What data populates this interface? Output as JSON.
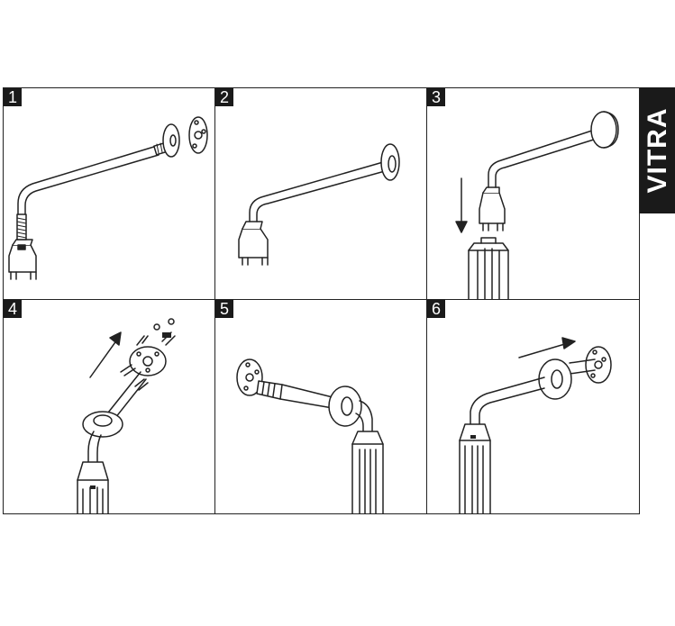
{
  "brand": {
    "name": "VITRA"
  },
  "steps": [
    {
      "number": "1"
    },
    {
      "number": "2"
    },
    {
      "number": "3"
    },
    {
      "number": "4"
    },
    {
      "number": "5"
    },
    {
      "number": "6"
    }
  ]
}
